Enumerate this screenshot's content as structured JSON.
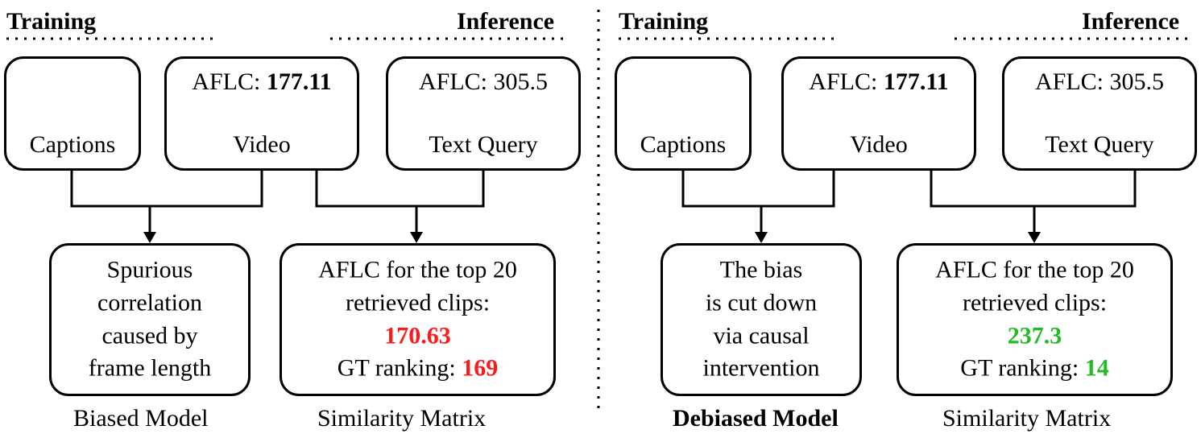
{
  "left": {
    "training_label": "Training",
    "inference_label": "Inference",
    "captions": {
      "label": "Captions"
    },
    "video": {
      "aflc_prefix": "AFLC: ",
      "aflc_value": "177.11",
      "label": "Video"
    },
    "text_query": {
      "aflc_text": "AFLC: 305.5",
      "label": "Text Query"
    },
    "model_box": {
      "lines": [
        "Spurious",
        "correlation",
        "caused by",
        "frame length"
      ]
    },
    "model_caption": "Biased Model",
    "similarity_box": {
      "line1": "AFLC for the top 20",
      "line2": "retrieved clips:",
      "aflc_value": "170.63",
      "gt_prefix": "GT ranking: ",
      "gt_value": "169"
    },
    "similarity_caption": "Similarity Matrix"
  },
  "right": {
    "training_label": "Training",
    "inference_label": "Inference",
    "captions": {
      "label": "Captions"
    },
    "video": {
      "aflc_prefix": "AFLC: ",
      "aflc_value": "177.11",
      "label": "Video"
    },
    "text_query": {
      "aflc_text": "AFLC: 305.5",
      "label": "Text Query"
    },
    "model_box": {
      "lines": [
        "The bias",
        "is cut down",
        "via causal",
        "intervention"
      ]
    },
    "model_caption": "Debiased Model",
    "similarity_box": {
      "line1": "AFLC for the top 20",
      "line2": "retrieved clips:",
      "aflc_value": "237.3",
      "gt_prefix": "GT ranking: ",
      "gt_value": "14"
    },
    "similarity_caption": "Similarity Matrix"
  },
  "colors": {
    "worse": "#ff1a1a",
    "better": "#22bb22"
  }
}
